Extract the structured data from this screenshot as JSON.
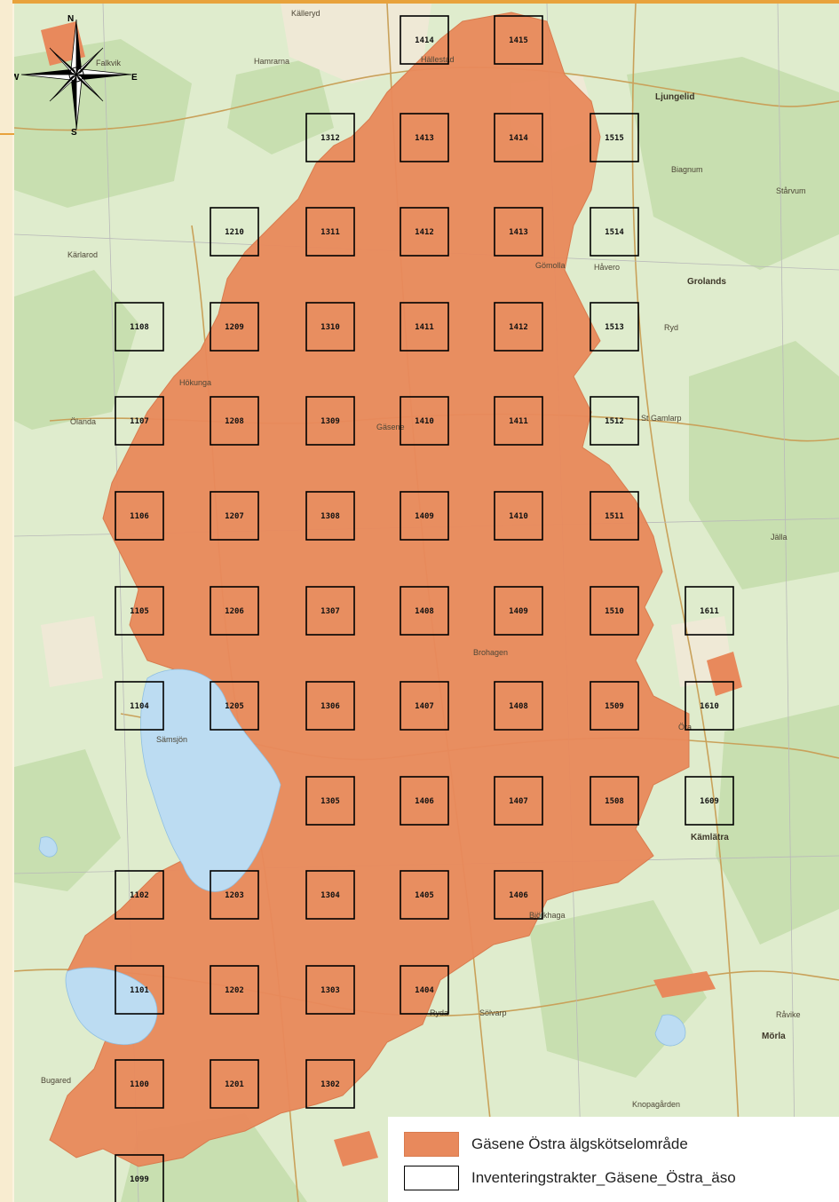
{
  "colors": {
    "area_fill": "#e8895c",
    "background": "#dfeccd",
    "forest": "#c8dfb0",
    "lake": "#bcdcf2",
    "road": "#c9a15a",
    "tract_outline": "#000000"
  },
  "compass": {
    "n": "N",
    "s": "S",
    "e": "E",
    "w": "W"
  },
  "legend": {
    "area_label": "Gäsene Östra älgskötselområde",
    "tracts_label": "Inventeringstrakter_Gäsene_Östra_äso"
  },
  "place_labels": [
    {
      "text": "Källeryd",
      "bold": false
    },
    {
      "text": "Falkvik",
      "bold": false
    },
    {
      "text": "Hamrarna",
      "bold": false
    },
    {
      "text": "Hällestad",
      "bold": false
    },
    {
      "text": "Ljungelid",
      "bold": true
    },
    {
      "text": "Biagnum",
      "bold": false
    },
    {
      "text": "Stårvum",
      "bold": false
    },
    {
      "text": "Kärlarod",
      "bold": false
    },
    {
      "text": "Gömolla",
      "bold": false
    },
    {
      "text": "Håvero",
      "bold": false
    },
    {
      "text": "Grolands",
      "bold": true
    },
    {
      "text": "Ryd",
      "bold": false
    },
    {
      "text": "Hökunga",
      "bold": false
    },
    {
      "text": "Ölanda",
      "bold": false
    },
    {
      "text": "St Gamlarp",
      "bold": false
    },
    {
      "text": "Gäsene",
      "bold": false
    },
    {
      "text": "Jälla",
      "bold": false
    },
    {
      "text": "Sämsjön",
      "bold": false
    },
    {
      "text": "Öra",
      "bold": false
    },
    {
      "text": "Kämlätra",
      "bold": true
    },
    {
      "text": "Björkhaga",
      "bold": false
    },
    {
      "text": "Sölvarp",
      "bold": false
    },
    {
      "text": "Ryda",
      "bold": false
    },
    {
      "text": "Bugared",
      "bold": false
    },
    {
      "text": "Mörla",
      "bold": true
    },
    {
      "text": "Råvike",
      "bold": false
    },
    {
      "text": "Knopagården",
      "bold": false
    },
    {
      "text": "Brohagen",
      "bold": false
    }
  ],
  "tracts": [
    {
      "label": "1414",
      "row": 0,
      "col": 3
    },
    {
      "label": "1415",
      "row": 0,
      "col": 4
    },
    {
      "label": "1312",
      "row": 1,
      "col": 2
    },
    {
      "label": "1413",
      "row": 1,
      "col": 3
    },
    {
      "label": "1414",
      "row": 1,
      "col": 4
    },
    {
      "label": "1515",
      "row": 1,
      "col": 5
    },
    {
      "label": "1210",
      "row": 2,
      "col": 1
    },
    {
      "label": "1311",
      "row": 2,
      "col": 2
    },
    {
      "label": "1412",
      "row": 2,
      "col": 3
    },
    {
      "label": "1413",
      "row": 2,
      "col": 4
    },
    {
      "label": "1514",
      "row": 2,
      "col": 5
    },
    {
      "label": "1108",
      "row": 3,
      "col": 0
    },
    {
      "label": "1209",
      "row": 3,
      "col": 1
    },
    {
      "label": "1310",
      "row": 3,
      "col": 2
    },
    {
      "label": "1411",
      "row": 3,
      "col": 3
    },
    {
      "label": "1412",
      "row": 3,
      "col": 4
    },
    {
      "label": "1513",
      "row": 3,
      "col": 5
    },
    {
      "label": "1107",
      "row": 4,
      "col": 0
    },
    {
      "label": "1208",
      "row": 4,
      "col": 1
    },
    {
      "label": "1309",
      "row": 4,
      "col": 2
    },
    {
      "label": "1410",
      "row": 4,
      "col": 3
    },
    {
      "label": "1411",
      "row": 4,
      "col": 4
    },
    {
      "label": "1512",
      "row": 4,
      "col": 5
    },
    {
      "label": "1106",
      "row": 5,
      "col": 0
    },
    {
      "label": "1207",
      "row": 5,
      "col": 1
    },
    {
      "label": "1308",
      "row": 5,
      "col": 2
    },
    {
      "label": "1409",
      "row": 5,
      "col": 3
    },
    {
      "label": "1410",
      "row": 5,
      "col": 4
    },
    {
      "label": "1511",
      "row": 5,
      "col": 5
    },
    {
      "label": "1105",
      "row": 6,
      "col": 0
    },
    {
      "label": "1206",
      "row": 6,
      "col": 1
    },
    {
      "label": "1307",
      "row": 6,
      "col": 2
    },
    {
      "label": "1408",
      "row": 6,
      "col": 3
    },
    {
      "label": "1409",
      "row": 6,
      "col": 4
    },
    {
      "label": "1510",
      "row": 6,
      "col": 5
    },
    {
      "label": "1611",
      "row": 6,
      "col": 6
    },
    {
      "label": "1104",
      "row": 7,
      "col": 0
    },
    {
      "label": "1205",
      "row": 7,
      "col": 1
    },
    {
      "label": "1306",
      "row": 7,
      "col": 2
    },
    {
      "label": "1407",
      "row": 7,
      "col": 3
    },
    {
      "label": "1408",
      "row": 7,
      "col": 4
    },
    {
      "label": "1509",
      "row": 7,
      "col": 5
    },
    {
      "label": "1610",
      "row": 7,
      "col": 6
    },
    {
      "label": "1305",
      "row": 8,
      "col": 2
    },
    {
      "label": "1406",
      "row": 8,
      "col": 3
    },
    {
      "label": "1407",
      "row": 8,
      "col": 4
    },
    {
      "label": "1508",
      "row": 8,
      "col": 5
    },
    {
      "label": "1609",
      "row": 8,
      "col": 6
    },
    {
      "label": "1102",
      "row": 9,
      "col": 0
    },
    {
      "label": "1203",
      "row": 9,
      "col": 1
    },
    {
      "label": "1304",
      "row": 9,
      "col": 2
    },
    {
      "label": "1405",
      "row": 9,
      "col": 3
    },
    {
      "label": "1406",
      "row": 9,
      "col": 4
    },
    {
      "label": "1101",
      "row": 10,
      "col": 0
    },
    {
      "label": "1202",
      "row": 10,
      "col": 1
    },
    {
      "label": "1303",
      "row": 10,
      "col": 2
    },
    {
      "label": "1404",
      "row": 10,
      "col": 3
    },
    {
      "label": "1100",
      "row": 11,
      "col": 0
    },
    {
      "label": "1201",
      "row": 11,
      "col": 1
    },
    {
      "label": "1302",
      "row": 11,
      "col": 2
    },
    {
      "label": "1099",
      "row": 12,
      "col": 0
    }
  ]
}
